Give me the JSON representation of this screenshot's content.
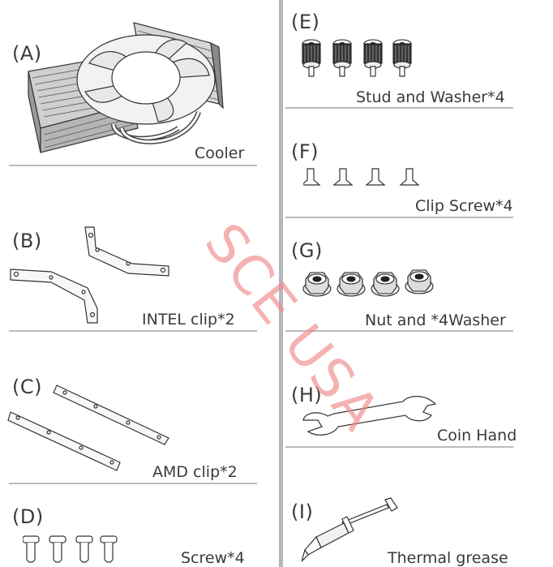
{
  "watermark": "SCE USA",
  "sections": {
    "A": {
      "letter": "(A)",
      "caption": "Cooler"
    },
    "B": {
      "letter": "(B)",
      "caption": "INTEL clip*2"
    },
    "C": {
      "letter": "(C)",
      "caption": "AMD clip*2"
    },
    "D": {
      "letter": "(D)",
      "caption": "Screw*4"
    },
    "E": {
      "letter": "(E)",
      "caption": "Stud and Washer*4"
    },
    "F": {
      "letter": "(F)",
      "caption": "Clip Screw*4"
    },
    "G": {
      "letter": "(G)",
      "caption": "Nut and *4Washer"
    },
    "H": {
      "letter": "(H)",
      "caption": "Coin Hand"
    },
    "I": {
      "letter": "(I)",
      "caption": "Thermal grease"
    }
  }
}
